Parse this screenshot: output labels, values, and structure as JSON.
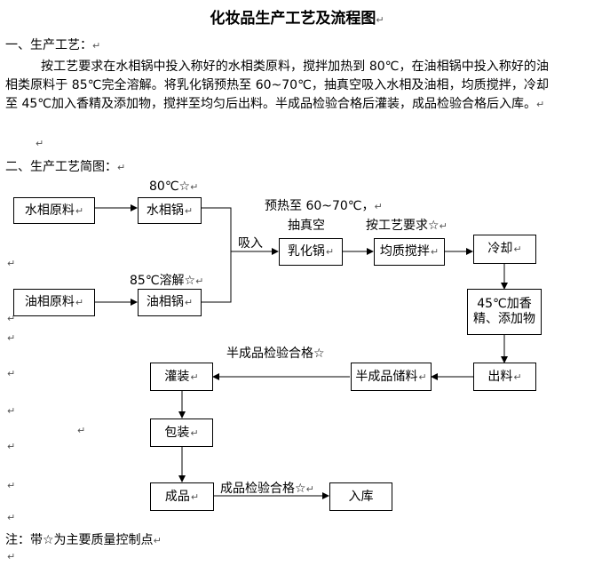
{
  "title": "化妆品生产工艺及流程图",
  "return_mark": "↵",
  "section1": {
    "heading": "一、生产工艺：",
    "paragraph": "按工艺要求在水相锅中投入称好的水相类原料，搅拌加热到 80℃，在油相锅中投入称好的油相类原料于 85℃完全溶解。将乳化锅预热至 60~70℃，抽真空吸入水相及油相，均质搅拌，冷却至 45℃加入香精及添加物，搅拌至均匀后出料。半成品检验合格后灌装，成品检验合格后入库。"
  },
  "section2": {
    "heading": "二、生产工艺简图："
  },
  "flow": {
    "boxes": {
      "water_material": "水相原料",
      "water_tank": "水相锅",
      "oil_material": "油相原料",
      "oil_tank": "油相锅",
      "emulsify": "乳化锅",
      "homogenize": "均质搅拌",
      "cooling": "冷却",
      "add_fragrance": "45℃加香精、添加物",
      "discharge": "出料",
      "semi_storage": "半成品储料",
      "filling": "灌装",
      "packaging": "包装",
      "finished": "成品",
      "warehouse": "入库"
    },
    "labels": {
      "temp_80": "80℃☆",
      "dissolve_85": "85℃溶解☆",
      "suck_in": "吸入",
      "preheat": "预热至 60~70℃，",
      "vacuum": "抽真空",
      "process_req": "按工艺要求☆",
      "semi_qc": "半成品检验合格☆",
      "final_qc": "成品检验合格☆"
    }
  },
  "note": "注：带☆为主要质量控制点"
}
